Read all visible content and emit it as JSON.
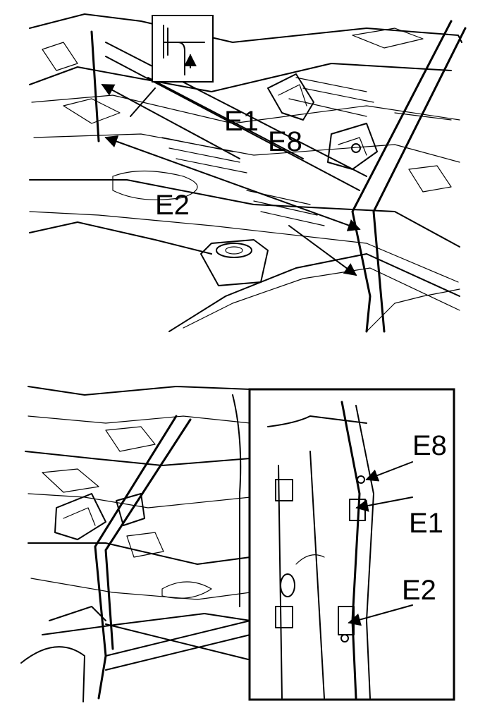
{
  "figures": [
    {
      "id": "upper-view",
      "labels": [
        {
          "key": "e1",
          "text": "E1"
        },
        {
          "key": "e8",
          "text": "E8"
        },
        {
          "key": "e2",
          "text": "E2"
        }
      ]
    },
    {
      "id": "lower-view",
      "labels": [
        {
          "key": "e8",
          "text": "E8"
        },
        {
          "key": "e1",
          "text": "E1"
        },
        {
          "key": "e2",
          "text": "E2"
        }
      ]
    }
  ],
  "colors": {
    "ink": "#000000",
    "paper": "#ffffff"
  }
}
